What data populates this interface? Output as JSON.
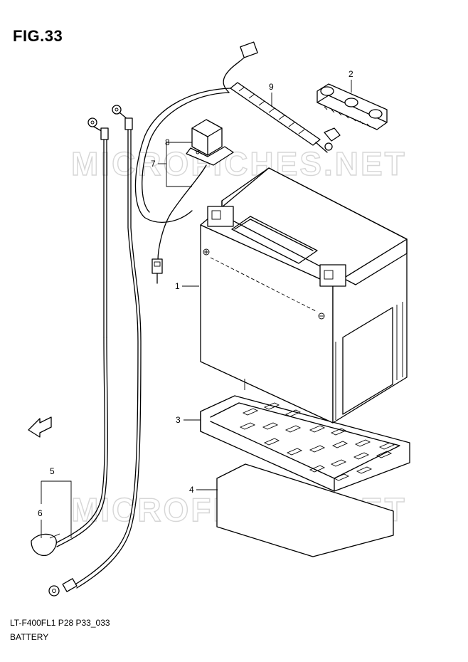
{
  "figure": {
    "title": "FIG.33",
    "code": "LT-F400FL1 P28 P33_033",
    "name": "BATTERY"
  },
  "watermark": "MICROFICHES.NET",
  "direction_label": "FWD",
  "callouts": {
    "p1": "1",
    "p2": "2",
    "p3": "3",
    "p4": "4",
    "p5": "5",
    "p6": "6",
    "p7": "7",
    "p8": "8",
    "p9": "9"
  }
}
